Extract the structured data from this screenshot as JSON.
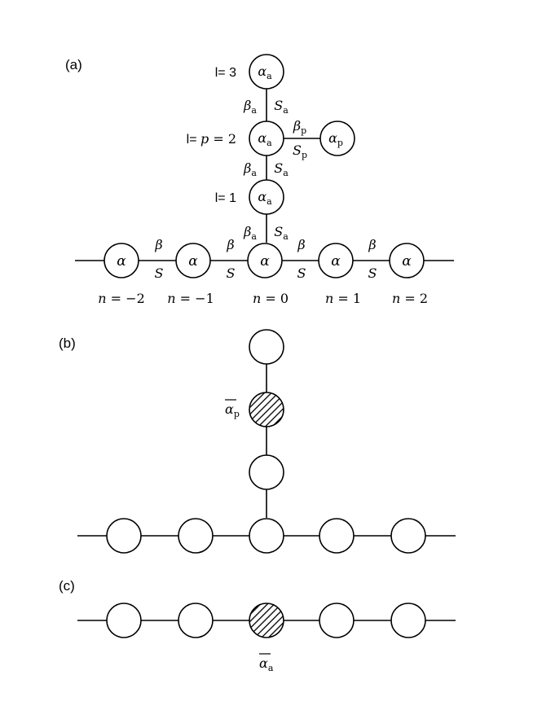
{
  "panels": {
    "a": {
      "label": "(a)",
      "chain": {
        "site_label": "α",
        "bond_beta": "β",
        "bond_s": "S",
        "positions": [
          {
            "n": "n",
            "eq": "=",
            "val": "−2"
          },
          {
            "n": "n",
            "eq": "=",
            "val": "−1"
          },
          {
            "n": "n",
            "eq": "=",
            "val": "0"
          },
          {
            "n": "n",
            "eq": "=",
            "val": "1"
          },
          {
            "n": "n",
            "eq": "=",
            "val": "2"
          }
        ]
      },
      "branch": {
        "site_sym": "α",
        "site_sub": "a",
        "bond_beta": "β",
        "bond_s": "S",
        "bond_sub": "a",
        "levels": {
          "l1": {
            "prefix": "l= ",
            "value": "1"
          },
          "l2": {
            "prefix": "l= ",
            "p": "p",
            "rest": " = 2"
          },
          "l3": {
            "prefix": "l= ",
            "value": "3"
          }
        }
      },
      "pendant": {
        "site_sym": "α",
        "site_sub": "p",
        "bond_beta": "β",
        "bond_s": "S",
        "bond_sub": "p"
      }
    },
    "b": {
      "label": "(b)",
      "shaded_site_label": {
        "sym": "α",
        "sub": "p"
      }
    },
    "c": {
      "label": "(c)",
      "shaded_site_label": {
        "sym": "α",
        "sub": "a"
      }
    }
  }
}
